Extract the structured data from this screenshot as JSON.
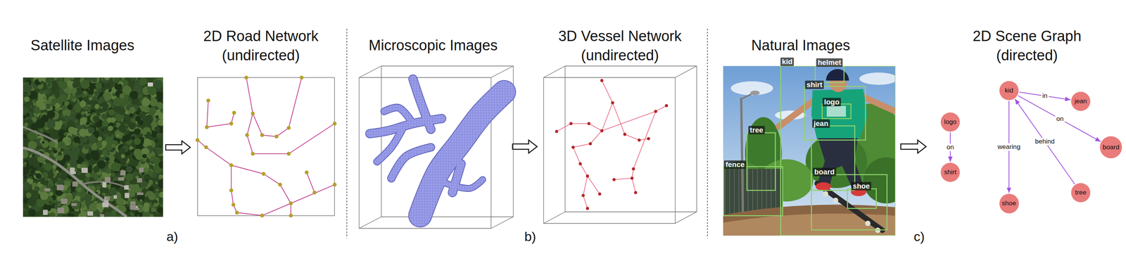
{
  "diagram": {
    "nodes": [
      {
        "text": [
          "logo"
        ]
      },
      {
        "text": [
          "shirt"
        ]
      },
      {
        "text": [
          "kid"
        ]
      },
      {
        "text": [
          "jean"
        ]
      },
      {
        "text": [
          "board"
        ]
      },
      {
        "text": [
          "tree"
        ]
      },
      {
        "text": [
          "shoe"
        ]
      }
    ],
    "edges": [
      {
        "from": 0,
        "to": 1,
        "arrow": "to",
        "label": "on"
      },
      {
        "from": 2,
        "to": 3,
        "arrow": "to",
        "label": "in"
      },
      {
        "from": 2,
        "to": 4,
        "arrow": "to",
        "label": "on"
      },
      {
        "from": 5,
        "to": 2,
        "arrow": "to",
        "label": "behind"
      },
      {
        "from": 2,
        "to": 6,
        "arrow": "to",
        "label": "wearing"
      }
    ],
    "labels": [
      "Satellite Images",
      "2D Road Network (undirected)",
      "a)",
      "Microscopic Images",
      "3D Vessel Network (undirected)",
      "b)",
      "Natural Images",
      "kid",
      "helmet",
      "shirt",
      "logo",
      "jean",
      "tree",
      "fence",
      "board",
      "shoe",
      "2D Scene Graph (directed)",
      "c)"
    ]
  }
}
